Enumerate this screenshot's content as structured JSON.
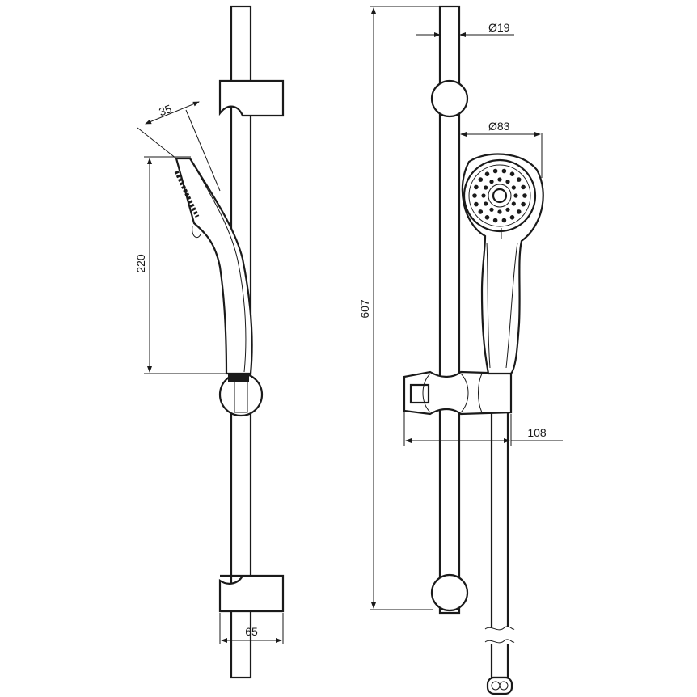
{
  "dimensions": {
    "bar_diameter": "Ø19",
    "head_diameter": "Ø83",
    "head_thickness": "35",
    "handle_length": "220",
    "rail_length": "607",
    "wall_offset": "65",
    "slider_depth": "108"
  }
}
